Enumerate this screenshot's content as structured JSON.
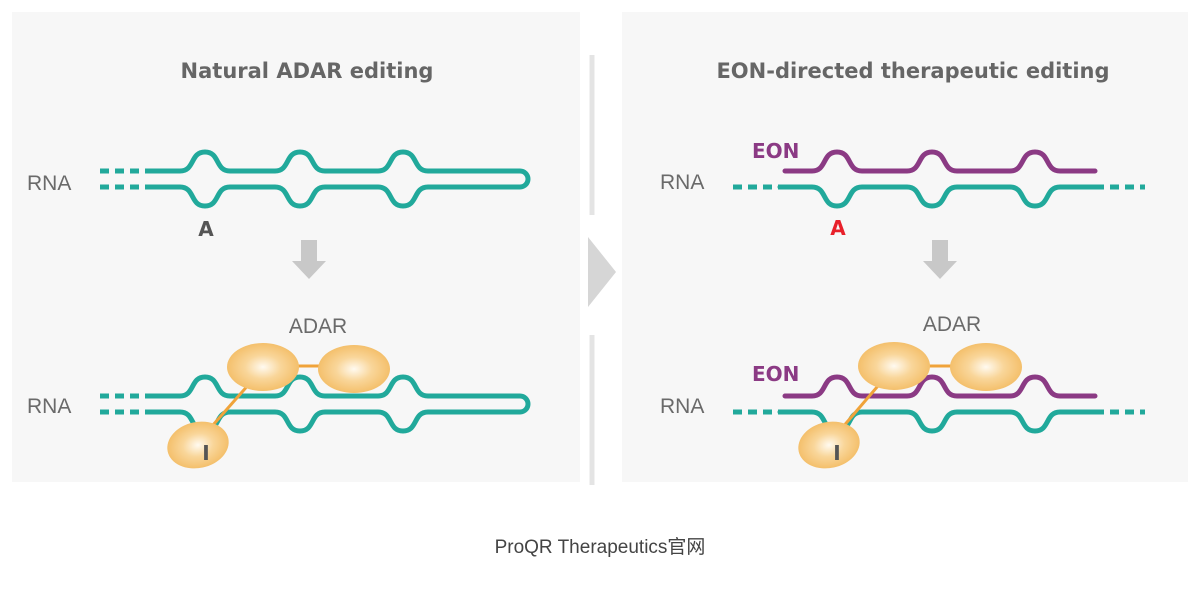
{
  "panels": {
    "left": {
      "title": "Natural ADAR editing",
      "rna_top": "RNA",
      "rna_bottom": "RNA",
      "base_before": "A",
      "enzyme": "ADAR",
      "base_after": "I"
    },
    "right": {
      "title": "EON-directed therapeutic editing",
      "rna_top": "RNA",
      "rna_bottom": "RNA",
      "eon_top": "EON",
      "eon_bottom": "EON",
      "base_before": "A",
      "enzyme": "ADAR",
      "base_after": "I"
    }
  },
  "caption": "ProQR Therapeutics官网",
  "colors": {
    "rna_strand": "#21a99b",
    "eon_strand": "#8b3a84",
    "adar_enzyme": "#f5c271",
    "edited_base_highlight": "#e8202a",
    "arrow": "#c8c8c8",
    "text": "#666666"
  },
  "icons": {
    "step_arrow": "down-arrow-icon",
    "panel_transition": "chevron-right-icon"
  }
}
